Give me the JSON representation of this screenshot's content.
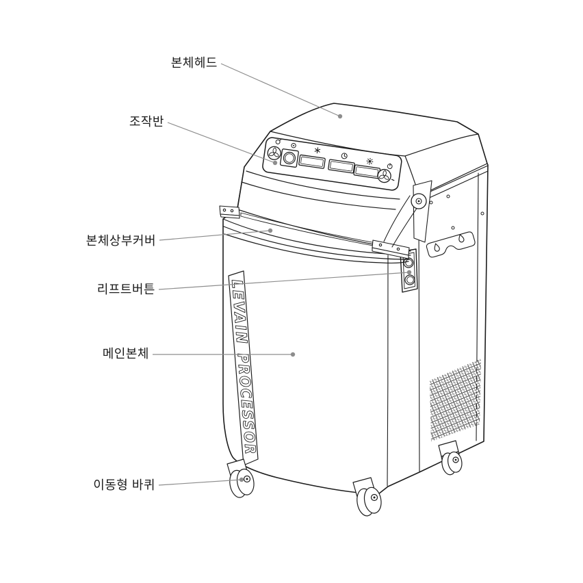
{
  "figure": {
    "background": "#ffffff",
    "line_color": "#1c1c1c",
    "leader_color": "#8d8d8d",
    "brand": {
      "word1": "LEVAIN",
      "word2": "PROCESSOR"
    },
    "labels": [
      {
        "id": "body-head",
        "text": "본체헤드"
      },
      {
        "id": "control-panel",
        "text": "조작반"
      },
      {
        "id": "body-upper-cover",
        "text": "본체상부커버"
      },
      {
        "id": "lift-button",
        "text": "리프트버튼"
      },
      {
        "id": "main-body",
        "text": "메인본체"
      },
      {
        "id": "caster-wheel",
        "text": "이동형 바퀴"
      }
    ]
  }
}
